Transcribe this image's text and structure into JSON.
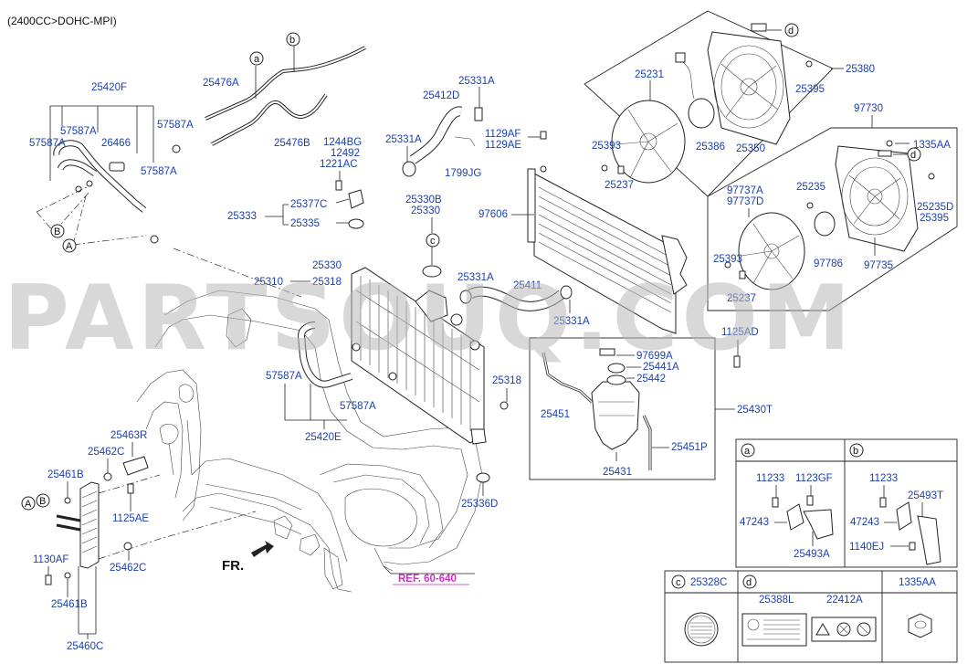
{
  "header": {
    "engine": "(2400CC>DOHC-MPI)"
  },
  "watermark": "PARTSOUQ.COM",
  "orientation_label": "FR.",
  "reference": "REF. 60-640",
  "callouts": {
    "a": "a",
    "b": "b",
    "c": "c",
    "d": "d",
    "A": "A",
    "B": "B"
  },
  "parts": {
    "p25420F": "25420F",
    "p57587A_1": "57587A",
    "p57587A_2": "57587A",
    "p57587A_3": "57587A",
    "p57587A_4": "57587A",
    "p57587A_5": "57587A",
    "p57587A_6": "57587A",
    "p26466": "26466",
    "p25476A": "25476A",
    "p25476B": "25476B",
    "p25412D": "25412D",
    "p25331A_1": "25331A",
    "p25331A_2": "25331A",
    "p25331A_3": "25331A",
    "p25331A_4": "25331A",
    "p1244BG": "1244BG",
    "p12492": "12492",
    "p1221AC": "1221AC",
    "p1799JG": "1799JG",
    "p1129AF": "1129AF",
    "p1129AE": "1129AE",
    "p25333": "25333",
    "p25377C": "25377C",
    "p25335": "25335",
    "p25330B": "25330B",
    "p25330_1": "25330",
    "p25330_2": "25330",
    "p25310": "25310",
    "p25318_1": "25318",
    "p25318_2": "25318",
    "p25411": "25411",
    "p97606": "97606",
    "p25420E": "25420E",
    "p25336D": "25336D",
    "p25463R": "25463R",
    "p25462C_1": "25462C",
    "p25462C_2": "25462C",
    "p25461B_1": "25461B",
    "p25461B_2": "25461B",
    "p1125AE": "1125AE",
    "p1130AF": "1130AF",
    "p25460C": "25460C",
    "p25231": "25231",
    "p25393_1": "25393",
    "p25393_2": "25393",
    "p25237_1": "25237",
    "p25237_2": "25237",
    "p25386": "25386",
    "p25350": "25350",
    "p25380": "25380",
    "p25395_1": "25395",
    "p25395_2": "25395",
    "p97730": "97730",
    "p1335AA_1": "1335AA",
    "p97737A": "97737A",
    "p97737D": "97737D",
    "p25235": "25235",
    "p25235D": "25235D",
    "p97786": "97786",
    "p97735": "97735",
    "p1125AD": "1125AD",
    "p97699A": "97699A",
    "p25441A": "25441A",
    "p25442": "25442",
    "p25430T": "25430T",
    "p25451": "25451",
    "p25451P": "25451P",
    "p25431": "25431"
  },
  "inset_a": {
    "tag": "a",
    "p11233": "11233",
    "p1123GF": "1123GF",
    "p47243": "47243",
    "p25493A": "25493A"
  },
  "inset_b": {
    "tag": "b",
    "p11233": "11233",
    "p25493T": "25493T",
    "p47243": "47243",
    "p1140EJ": "1140EJ"
  },
  "legend_table": {
    "c_tag": "c",
    "c_part": "25328C",
    "d_tag": "d",
    "d_part1": "25388L",
    "d_part2": "22412A",
    "nut_part": "1335AA"
  }
}
